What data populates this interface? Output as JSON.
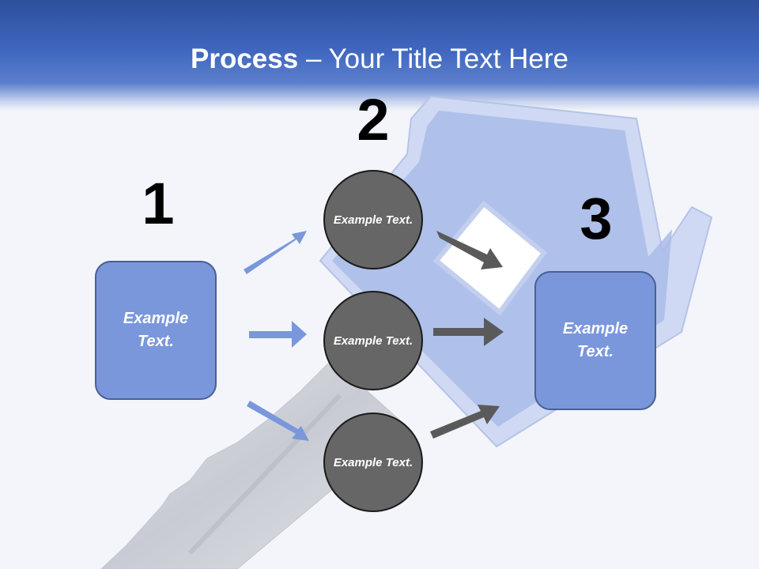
{
  "title": {
    "bold": "Process",
    "rest": " – Your Title Text Here"
  },
  "steps": [
    {
      "number": "1"
    },
    {
      "number": "2"
    },
    {
      "number": "3"
    }
  ],
  "left_box": {
    "text": "Example Text."
  },
  "right_box": {
    "text": "Example Text."
  },
  "circles": [
    {
      "text": "Example Text."
    },
    {
      "text": "Example Text."
    },
    {
      "text": "Example Text."
    }
  ],
  "colors": {
    "header": "#3f66bf",
    "box": "#7a97dc",
    "circle": "#666666",
    "blue_arrow": "#7a97dc",
    "gray_arrow": "#5a5a5a"
  }
}
